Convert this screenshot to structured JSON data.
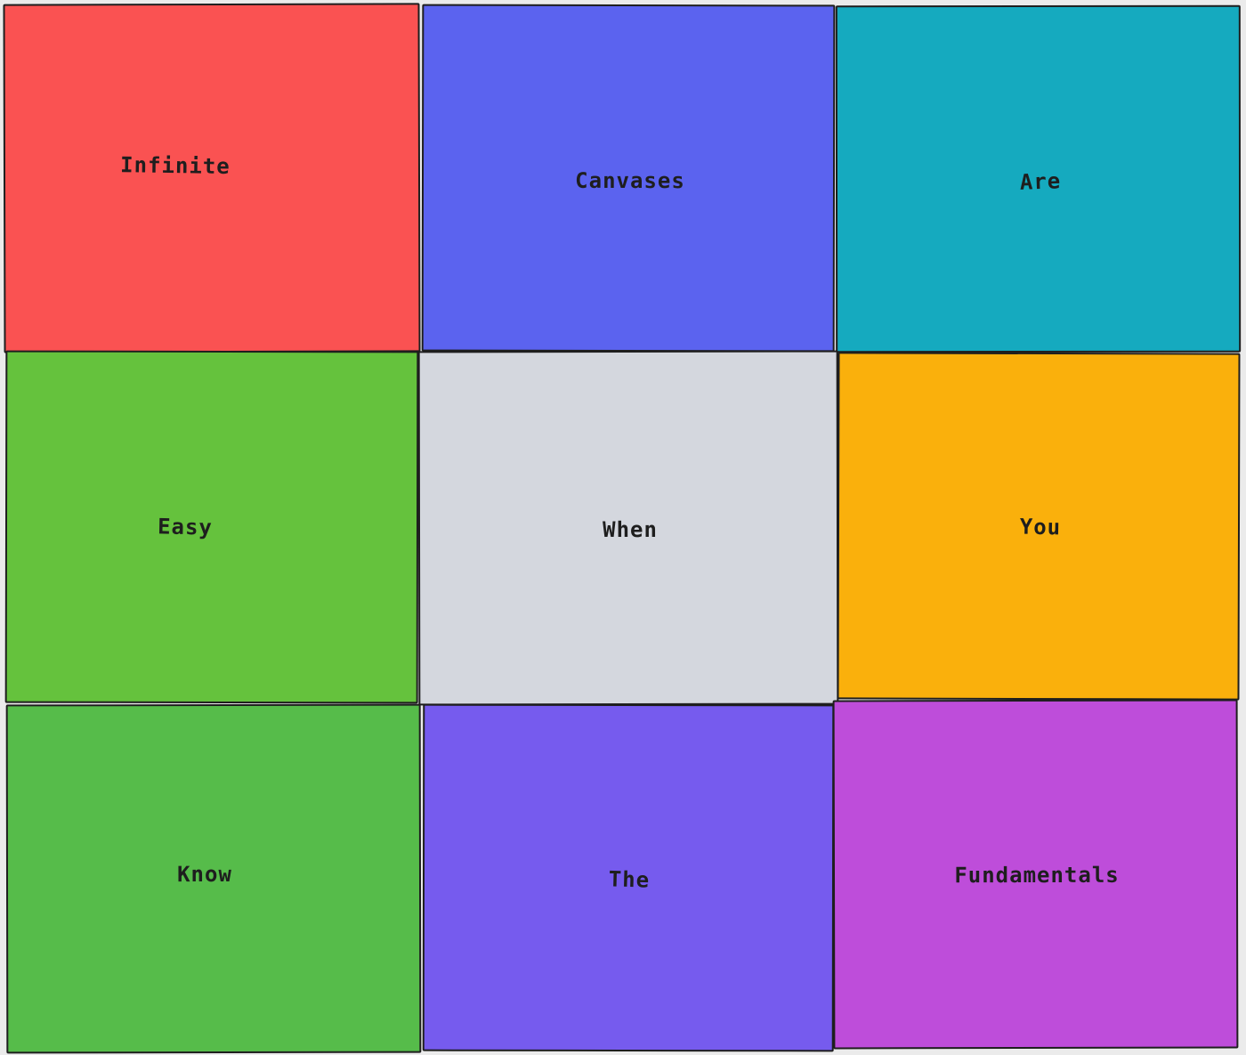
{
  "tiles": [
    {
      "label": "Infinite",
      "color": "#fa5252"
    },
    {
      "label": "Canvases",
      "color": "#5b63ef"
    },
    {
      "label": "Are",
      "color": "#15aabf"
    },
    {
      "label": "Easy",
      "color": "#65c23d"
    },
    {
      "label": "When",
      "color": "#d4d7de"
    },
    {
      "label": "You",
      "color": "#fab00c"
    },
    {
      "label": "Know",
      "color": "#56bc4a"
    },
    {
      "label": "The",
      "color": "#765bee"
    },
    {
      "label": "Fundamentals",
      "color": "#be4dda"
    }
  ]
}
